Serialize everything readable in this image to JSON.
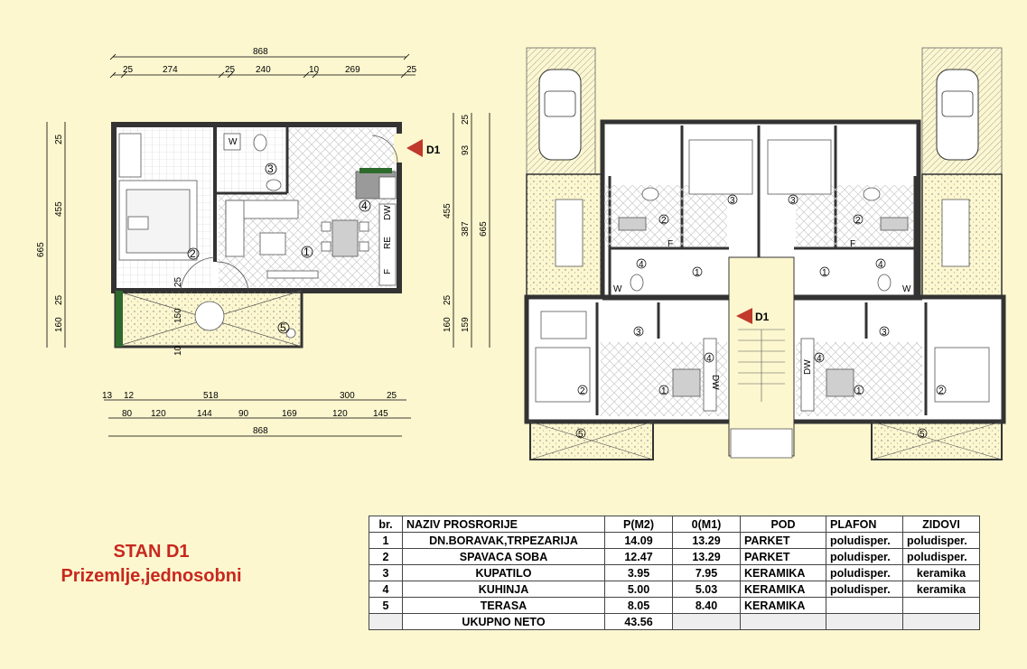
{
  "left_plan": {
    "top_total": "868",
    "top_dims": [
      "25",
      "274",
      "25",
      "240",
      "10",
      "269",
      "25"
    ],
    "bottom_dims_1": [
      "13",
      "12",
      "518",
      "300",
      "25"
    ],
    "bottom_dims_2": [
      "80",
      "120",
      "144",
      "90",
      "169",
      "120",
      "145"
    ],
    "bottom_total": "868",
    "left_dims": [
      "665",
      "25",
      "455",
      "25",
      "160"
    ],
    "right_dims": [
      "25",
      "93",
      "455",
      "387",
      "665",
      "25",
      "160",
      "159"
    ],
    "inner_dims": [
      "25",
      "150",
      "10"
    ],
    "entrance": "D1",
    "room_numbers": [
      "1",
      "2",
      "3",
      "4",
      "5"
    ],
    "appliances": [
      "W",
      "DW",
      "RE",
      "F"
    ]
  },
  "right_plan": {
    "entrance": "D1",
    "room_numbers": [
      "1",
      "2",
      "3",
      "4",
      "5"
    ],
    "appliances": [
      "W",
      "F",
      "DW"
    ]
  },
  "title": {
    "line1": "STAN D1",
    "line2": "Prizemlje,jednosobni"
  },
  "table": {
    "headers": [
      "br.",
      "NAZIV PROSRORIJE",
      "P(M2)",
      "0(M1)",
      "POD",
      "PLAFON",
      "ZIDOVI"
    ],
    "rows": [
      [
        "1",
        "DN.BORAVAK,TRPEZARIJA",
        "14.09",
        "13.29",
        "PARKET",
        "poludisper.",
        "poludisper."
      ],
      [
        "2",
        "SPAVACA SOBA",
        "12.47",
        "13.29",
        "PARKET",
        "poludisper.",
        "poludisper."
      ],
      [
        "3",
        "KUPATILO",
        "3.95",
        "7.95",
        "KERAMIKA",
        "poludisper.",
        "keramika"
      ],
      [
        "4",
        "KUHINJA",
        "5.00",
        "5.03",
        "KERAMIKA",
        "poludisper.",
        "keramika"
      ],
      [
        "5",
        "TERASA",
        "8.05",
        "8.40",
        "KERAMIKA",
        "",
        ""
      ]
    ],
    "total_label": "UKUPNO NETO",
    "total_value": "43.56"
  },
  "colors": {
    "background": "#fcf7cf",
    "title": "#c8281e",
    "entrance_arrow": "#c0392b",
    "wall": "#333333"
  }
}
